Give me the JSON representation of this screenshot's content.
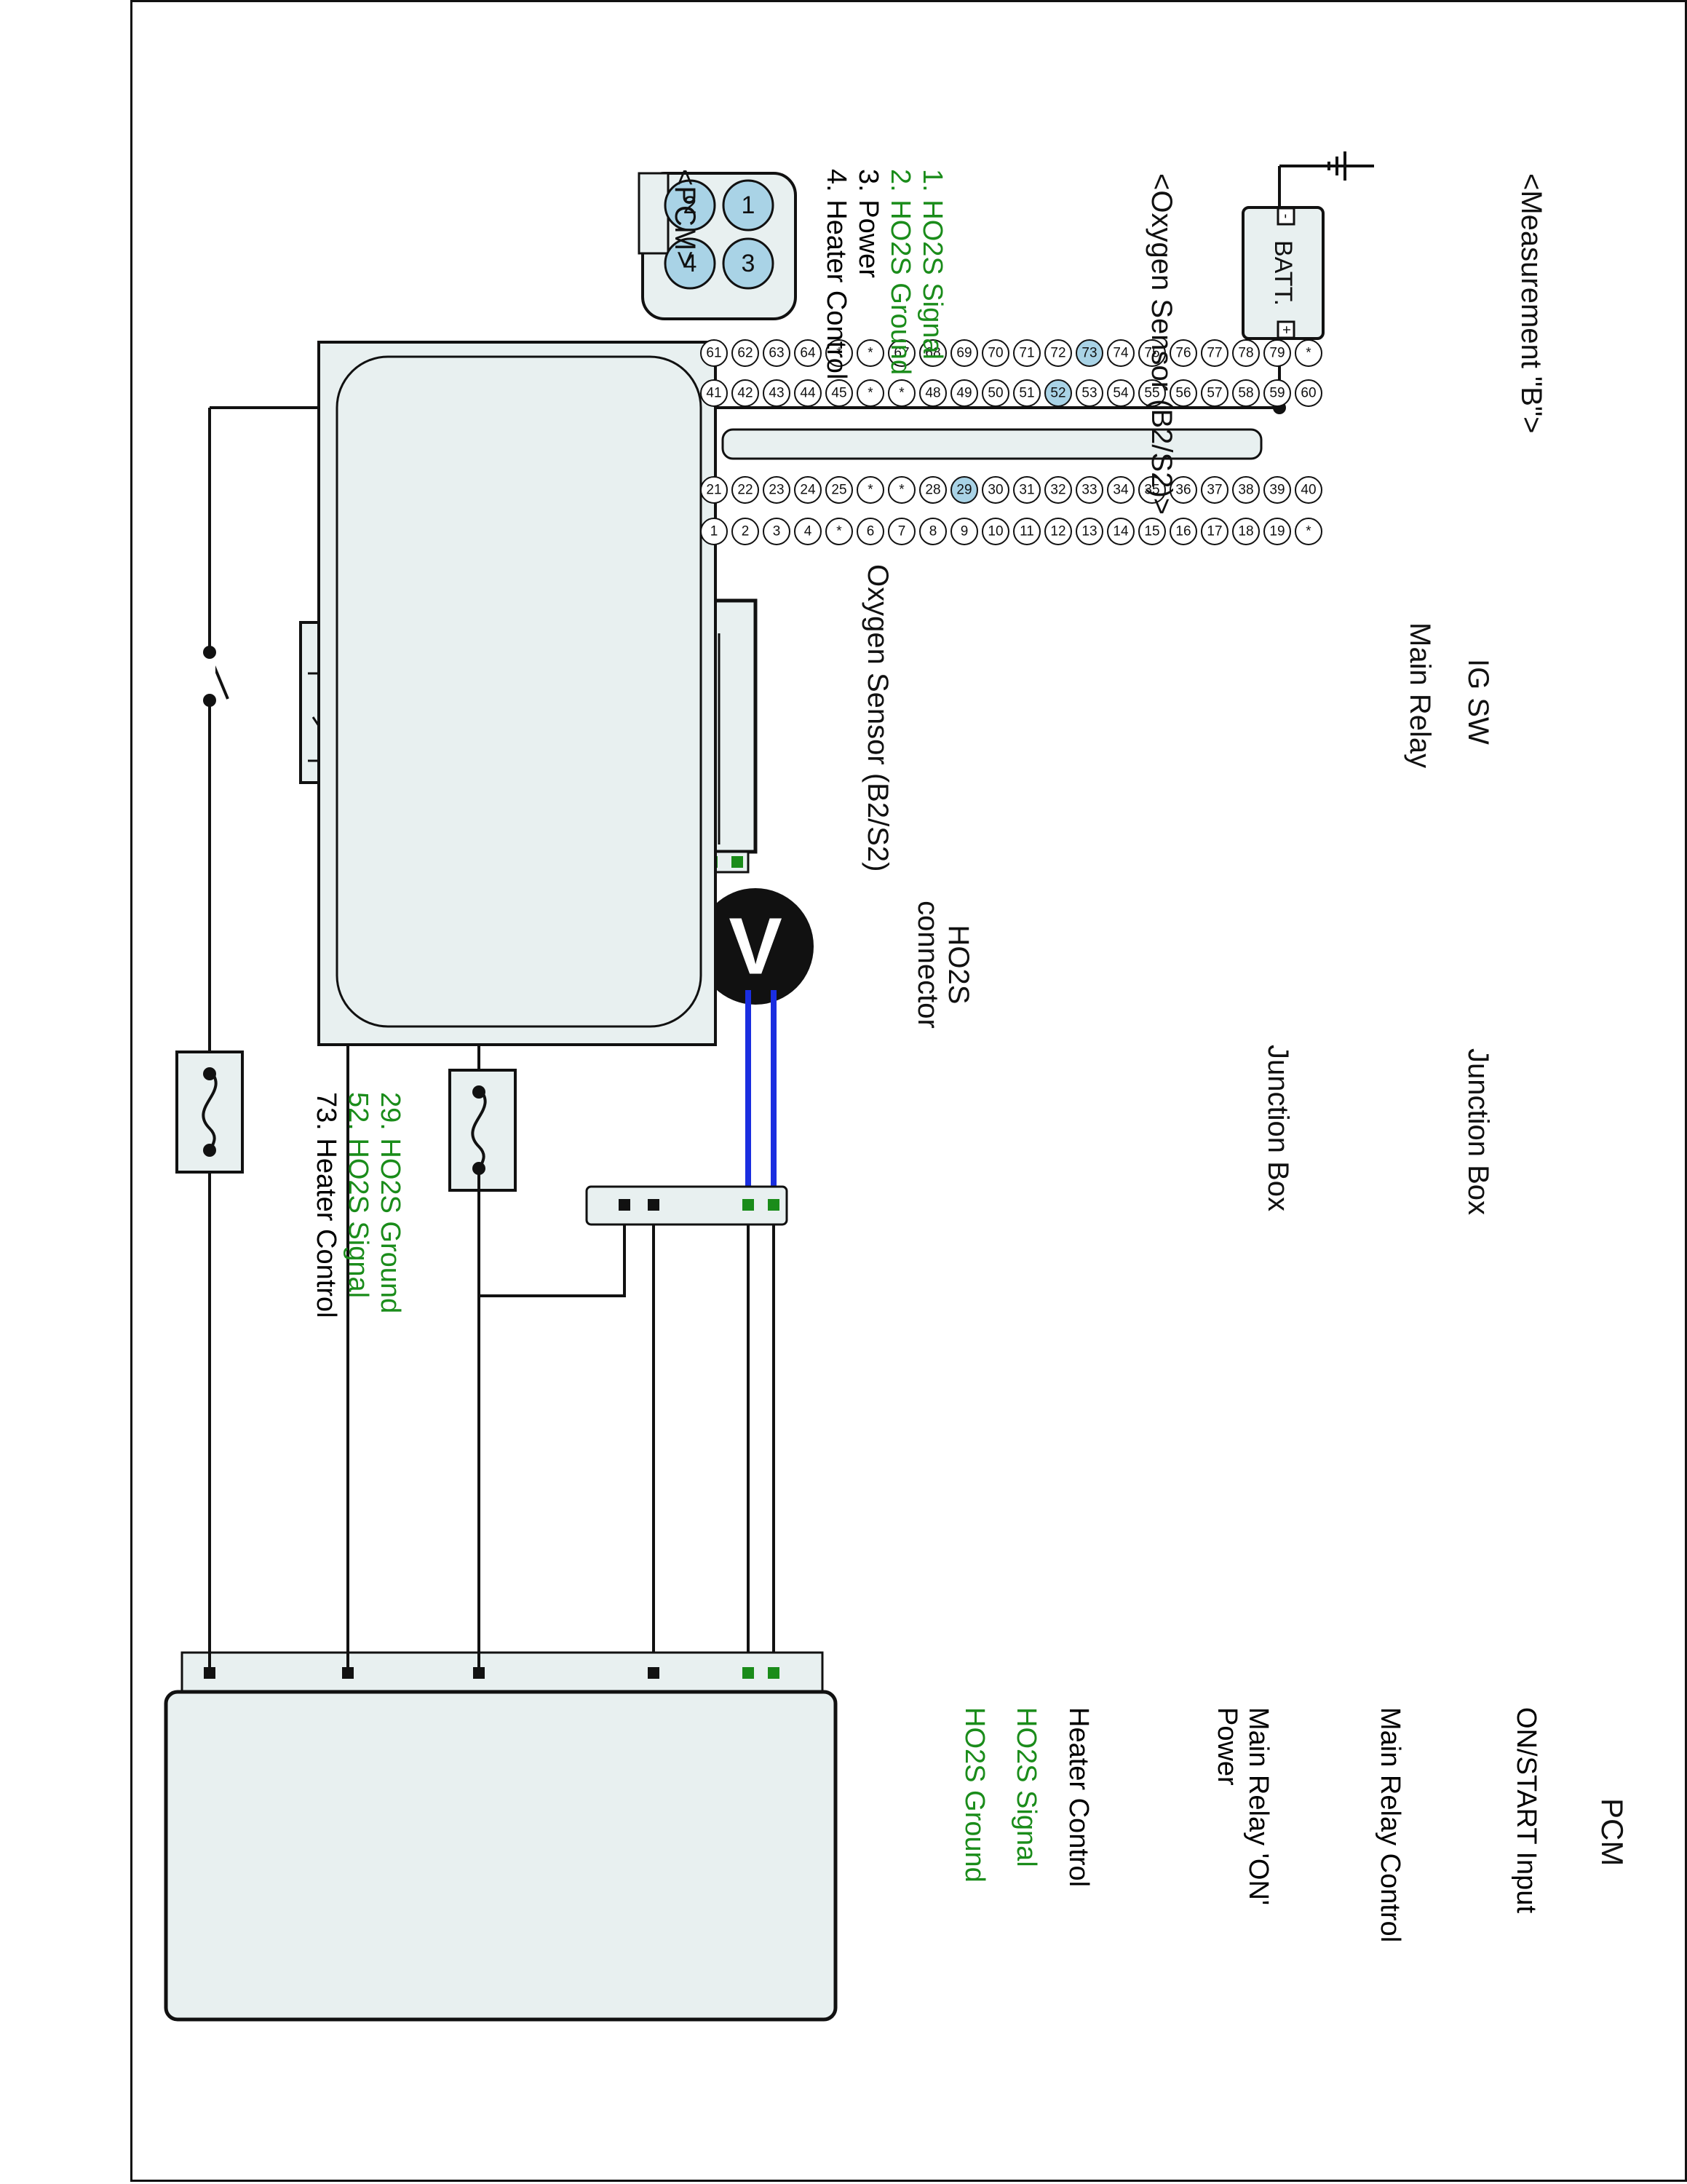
{
  "measurement_title": "<Measurement \"B\">",
  "battery": {
    "label": "BATT.",
    "neg": "-",
    "pos": "+"
  },
  "ig_switch_label": "IG SW",
  "main_relay_label": "Main Relay",
  "junction_box_1": "Junction Box",
  "junction_box_2": "Junction Box",
  "ho2s_connector_label": "HO2S connector",
  "voltmeter_symbol": "V",
  "o2_sensor_title": "<Oxygen Sensor (B2/S2)>",
  "o2_sensor_component": "Oxygen Sensor (B2/S2)",
  "connector_pins": [
    "1",
    "2",
    "3",
    "4"
  ],
  "sensor_pin_list": [
    {
      "text": "1. HO2S  Signal",
      "color": "green"
    },
    {
      "text": "2. HO2S  Ground",
      "color": "green"
    },
    {
      "text": "3. Power",
      "color": "black"
    },
    {
      "text": "4. Heater Control",
      "color": "black"
    }
  ],
  "pcm_connector_title": "<PCM>",
  "pcm_pin_list": [
    {
      "text": "29. HO2S  Ground",
      "color": "green"
    },
    {
      "text": "52. HO2S  Signal",
      "color": "green"
    },
    {
      "text": "73. Heater Control",
      "color": "black"
    }
  ],
  "pcm": {
    "title": "PCM",
    "inputs": [
      {
        "text": "ON/START Input",
        "color": "black"
      },
      {
        "text": "Main Relay Control",
        "color": "black"
      },
      {
        "text": "Main Relay 'ON'\nPower",
        "color": "black"
      },
      {
        "text": "Heater Control",
        "color": "black"
      },
      {
        "text": "HO2S  Signal",
        "color": "green"
      },
      {
        "text": "HO2S  Ground",
        "color": "green"
      }
    ]
  },
  "pcm_connector_rows": [
    [
      "*",
      "19",
      "18",
      "17",
      "16",
      "15",
      "14",
      "13",
      "12",
      "11",
      "10",
      "9",
      "8",
      "7",
      "6",
      "*",
      "4",
      "3",
      "2",
      "1"
    ],
    [
      "40",
      "39",
      "38",
      "37",
      "36",
      "35",
      "34",
      "33",
      "32",
      "31",
      "30",
      "29",
      "28",
      "*",
      "*",
      "25",
      "24",
      "23",
      "22",
      "21"
    ],
    [
      "60",
      "59",
      "58",
      "57",
      "56",
      "55",
      "54",
      "53",
      "52",
      "51",
      "50",
      "49",
      "48",
      "*",
      "*",
      "45",
      "44",
      "43",
      "42",
      "41"
    ],
    [
      "*",
      "79",
      "78",
      "77",
      "76",
      "75",
      "74",
      "73",
      "72",
      "71",
      "70",
      "69",
      "68",
      "67",
      "*",
      "*",
      "64",
      "63",
      "62",
      "61"
    ]
  ],
  "highlighted_pins": [
    "29",
    "52",
    "73"
  ],
  "colors": {
    "green": "#1a8c1a",
    "orange": "#f26a1b",
    "blue": "#1a2ee0",
    "pin_highlight": "#a9d3e6",
    "component_fill": "#e8f0f0"
  }
}
